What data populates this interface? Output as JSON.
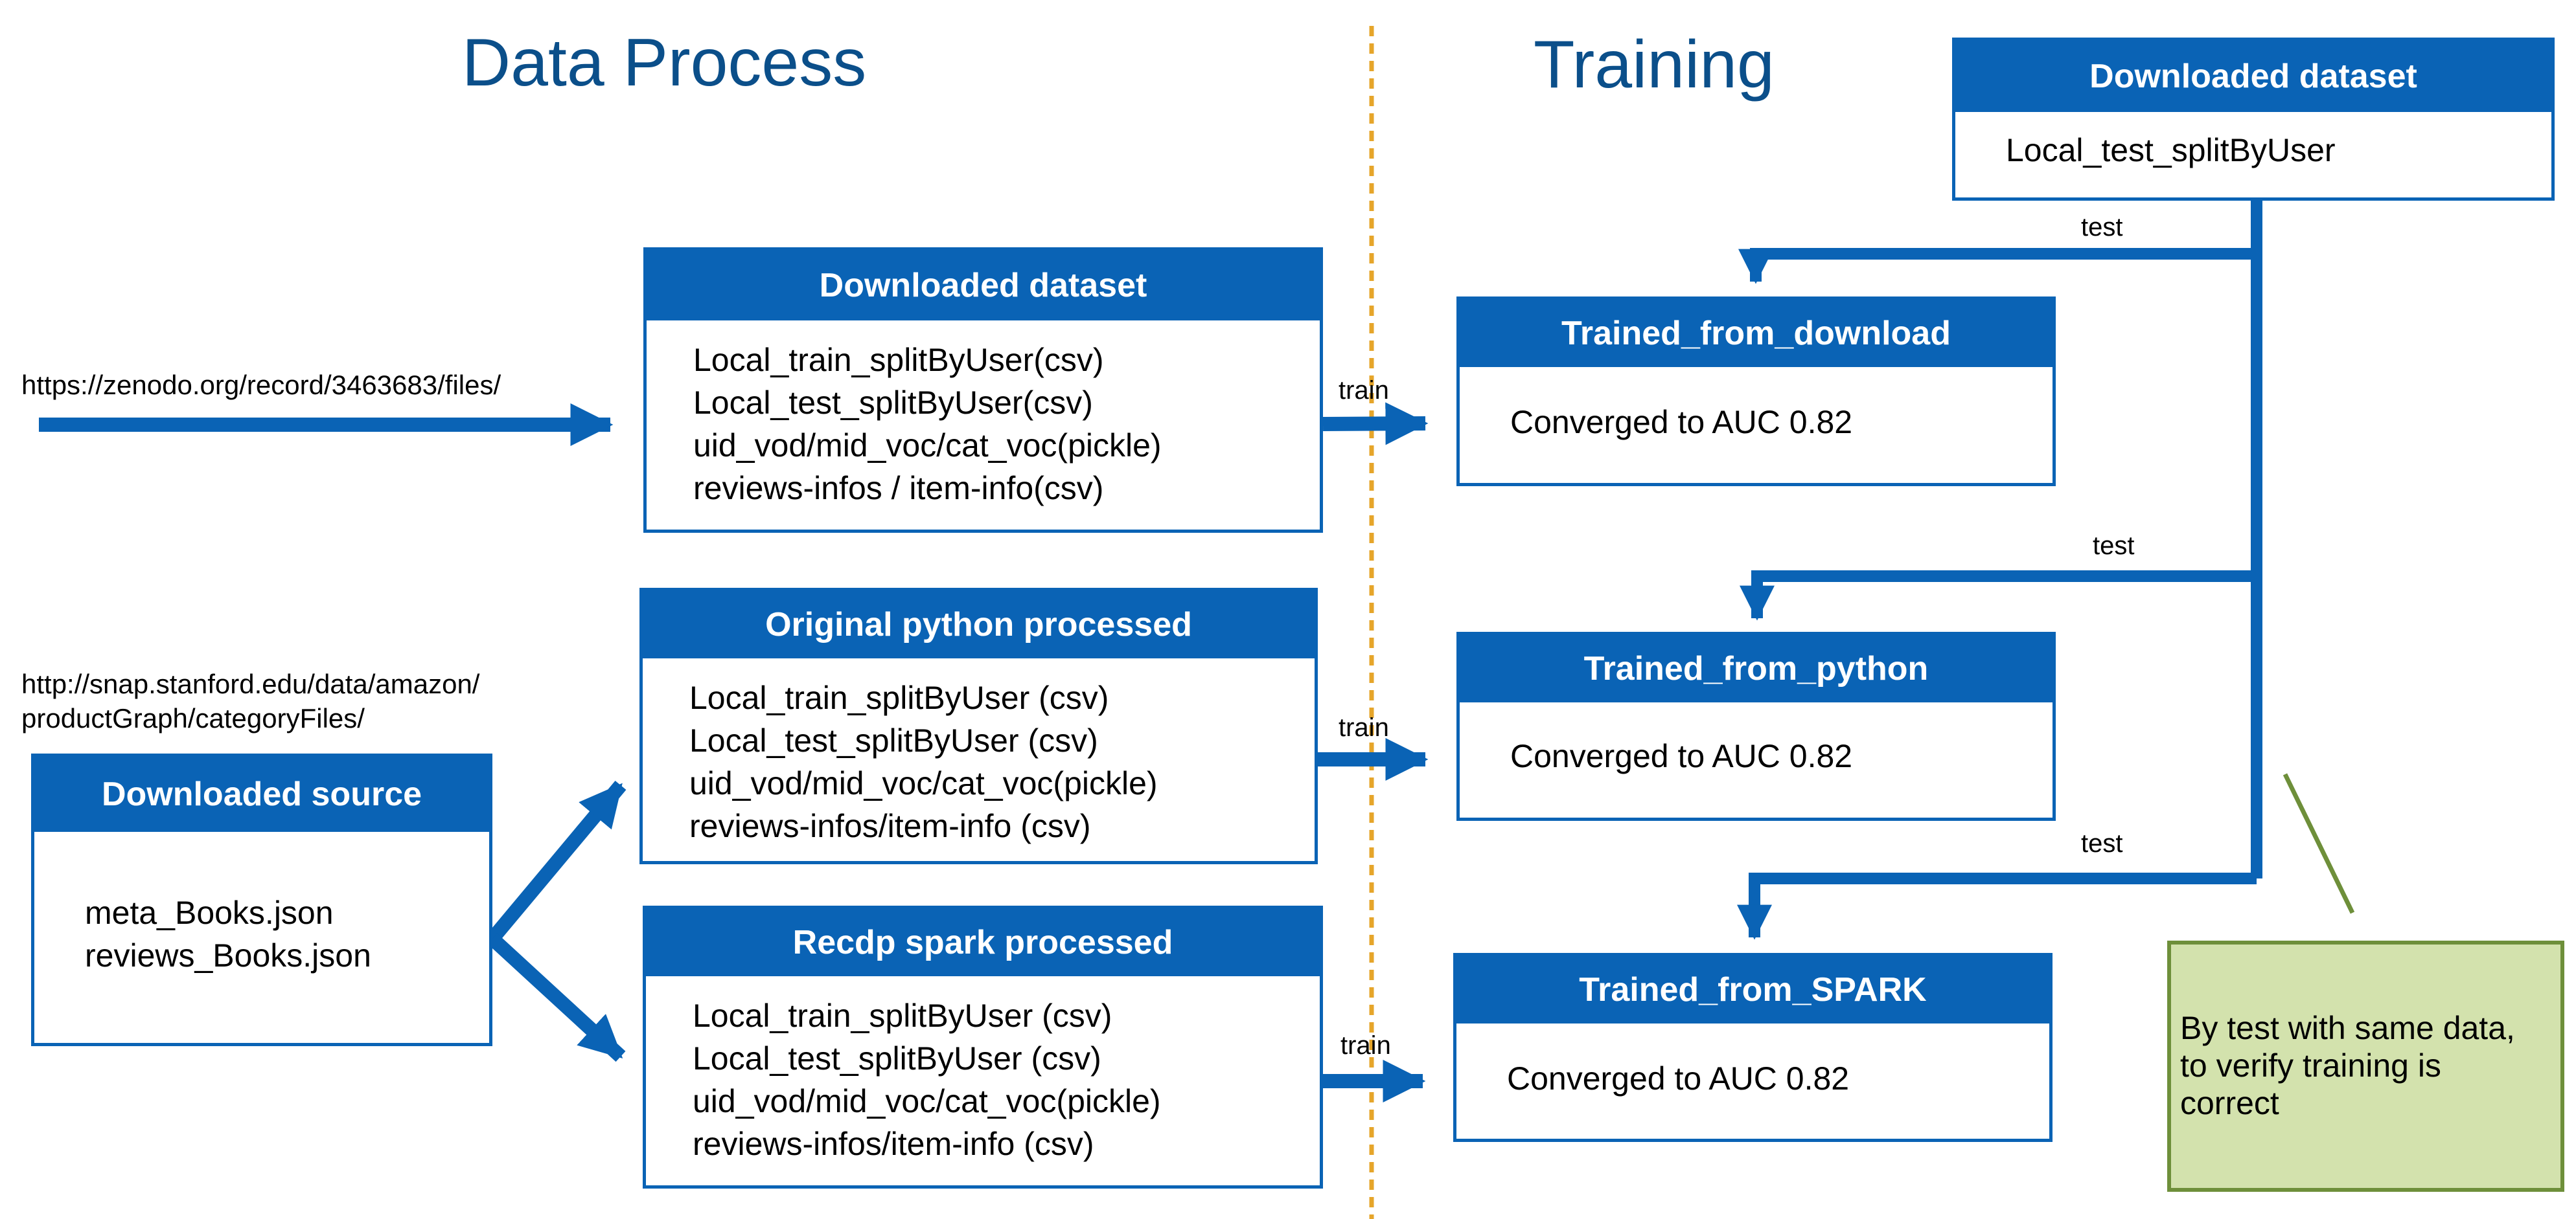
{
  "titles": {
    "data_process": "Data Process",
    "training": "Training"
  },
  "urls": {
    "zenodo": "https://zenodo.org/record/3463683/files/",
    "stanford_line1": "http://snap.stanford.edu/data/amazon/",
    "stanford_line2": "productGraph/categoryFiles/"
  },
  "source_box": {
    "title": "Downloaded source",
    "lines": [
      "meta_Books.json",
      "reviews_Books.json"
    ]
  },
  "downloaded_dataset_box": {
    "title": "Downloaded dataset",
    "lines": [
      "Local_train_splitByUser(csv)",
      "Local_test_splitByUser(csv)",
      "uid_vod/mid_voc/cat_voc(pickle)",
      "reviews-infos / item-info(csv)"
    ]
  },
  "python_box": {
    "title": "Original python processed",
    "lines": [
      "Local_train_splitByUser (csv)",
      "Local_test_splitByUser (csv)",
      "uid_vod/mid_voc/cat_voc(pickle)",
      "reviews-infos/item-info (csv)"
    ]
  },
  "spark_box": {
    "title": "Recdp spark processed",
    "lines": [
      "Local_train_splitByUser (csv)",
      "Local_test_splitByUser (csv)",
      "uid_vod/mid_voc/cat_voc(pickle)",
      "reviews-infos/item-info (csv)"
    ]
  },
  "test_dataset_box": {
    "title": "Downloaded dataset",
    "line": "Local_test_splitByUser"
  },
  "trained_download": {
    "title": "Trained_from_download",
    "result": "Converged to AUC 0.82"
  },
  "trained_python": {
    "title": "Trained_from_python",
    "result": "Converged to AUC 0.82"
  },
  "trained_spark": {
    "title": "Trained_from_SPARK",
    "result": "Converged to AUC 0.82"
  },
  "edge_labels": {
    "train": "train",
    "test": "test"
  },
  "note": "By test with same data, to verify training is correct",
  "colors": {
    "accent": "#0a63b5",
    "title_text": "#0b4f8a",
    "divider": "#e6a52a",
    "note_fill": "#d3e2ad",
    "note_border": "#6e8f3a"
  }
}
